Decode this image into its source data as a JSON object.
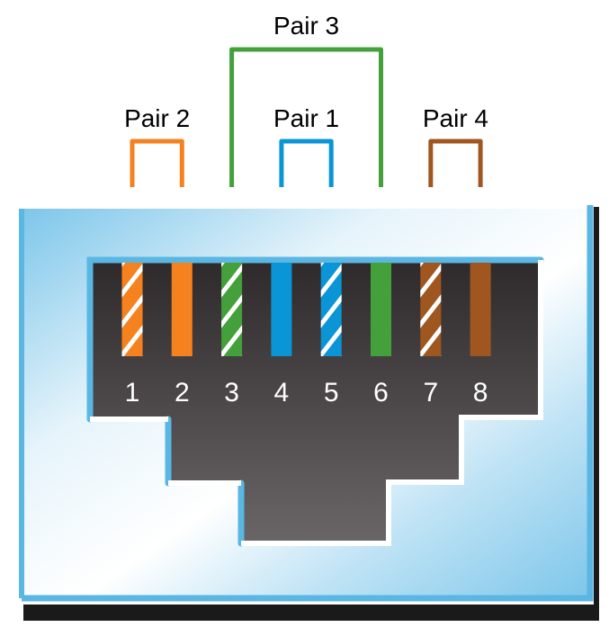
{
  "pairs": [
    {
      "label": "Pair 1",
      "pins": [
        4,
        5
      ],
      "color": "#0a95d6"
    },
    {
      "label": "Pair 2",
      "pins": [
        1,
        2
      ],
      "color": "#f5821f"
    },
    {
      "label": "Pair 3",
      "pins": [
        3,
        6
      ],
      "color": "#43a03a"
    },
    {
      "label": "Pair 4",
      "pins": [
        7,
        8
      ],
      "color": "#a0561f"
    }
  ],
  "pins": [
    {
      "number": "1",
      "color": "#f5821f",
      "striped": true
    },
    {
      "number": "2",
      "color": "#f5821f",
      "striped": false
    },
    {
      "number": "3",
      "color": "#43a03a",
      "striped": true
    },
    {
      "number": "4",
      "color": "#0a95d6",
      "striped": false
    },
    {
      "number": "5",
      "color": "#0a95d6",
      "striped": true
    },
    {
      "number": "6",
      "color": "#43a03a",
      "striped": false
    },
    {
      "number": "7",
      "color": "#a0561f",
      "striped": true
    },
    {
      "number": "8",
      "color": "#a0561f",
      "striped": false
    }
  ],
  "colors": {
    "jack_border": "#5ab7e3",
    "jack_body": "#3a3637"
  }
}
